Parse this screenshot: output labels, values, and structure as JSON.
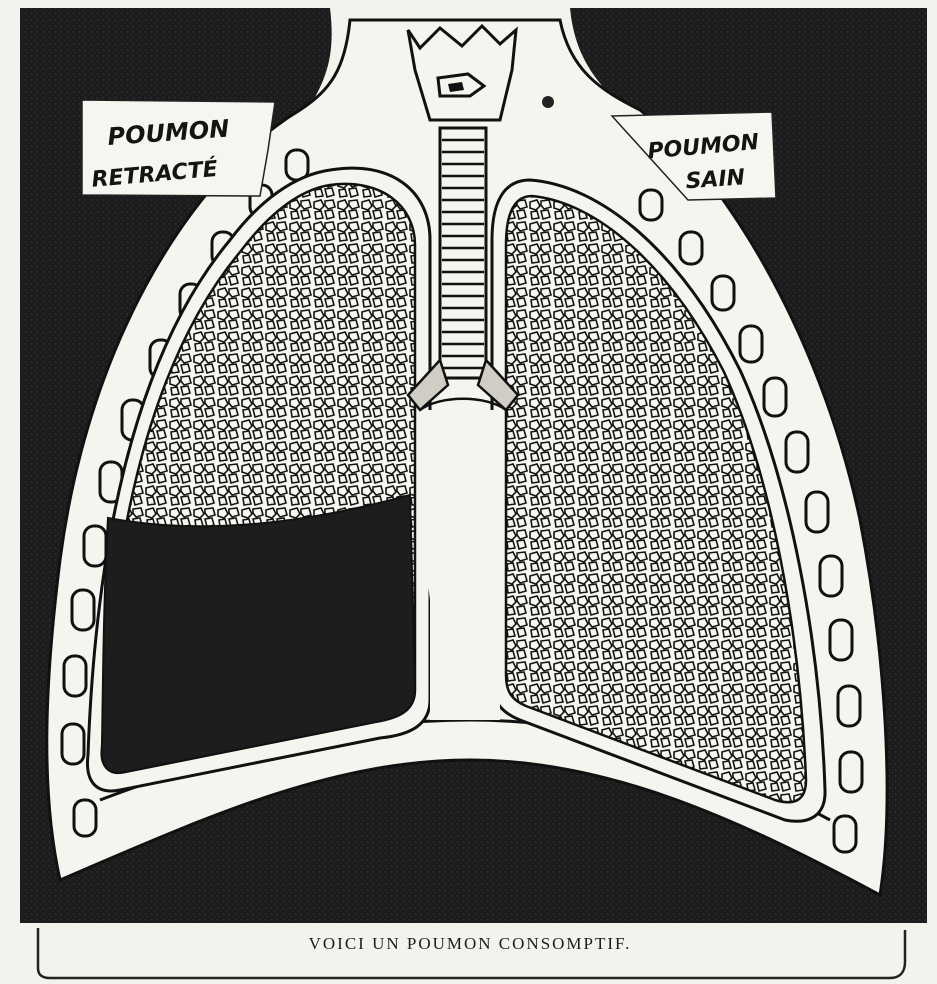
{
  "labels": {
    "left_line1": "POUMON",
    "left_line2": "RETRACTÉ",
    "right_line1": "POUMON",
    "right_line2": "SAIN"
  },
  "caption": "VOICI UN POUMON CONSOMPTIF.",
  "colors": {
    "ink": "#141414",
    "paper": "#f4f2ec",
    "background_dark": "#1b1b1b"
  }
}
